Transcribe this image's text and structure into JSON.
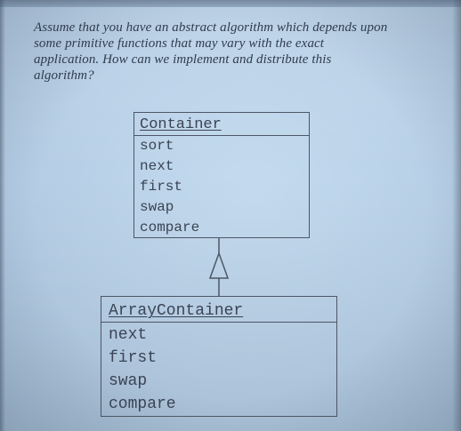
{
  "slide": {
    "intro_lines": [
      "Assume that you have an abstract algorithm which depends upon",
      "some primitive functions that may vary with the exact",
      "application. How can we implement and distribute this",
      "algorithm?"
    ]
  },
  "diagram": {
    "parent_class": {
      "name": "Container",
      "methods": [
        "sort",
        "next",
        "first",
        "swap",
        "compare"
      ]
    },
    "child_class": {
      "name": "ArrayContainer",
      "methods": [
        "next",
        "first",
        "swap",
        "compare"
      ]
    },
    "relationship": "inheritance"
  },
  "colors": {
    "background": "#b8d0e6",
    "text": "#2f3b4e",
    "diagram_line": "#4d5766"
  }
}
